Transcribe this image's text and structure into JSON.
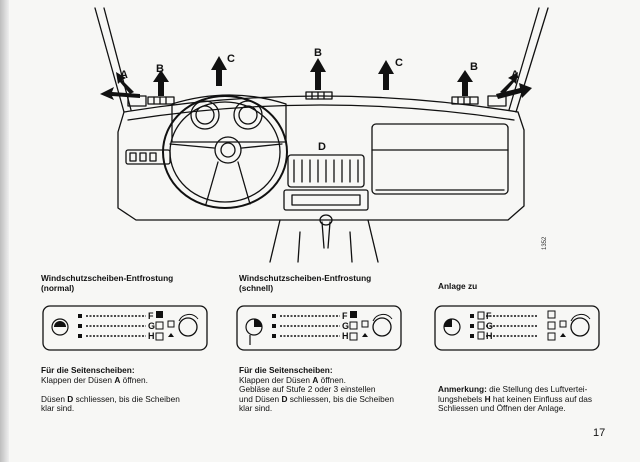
{
  "illustration": {
    "labels": {
      "A": "A",
      "B": "B",
      "C": "C",
      "D": "D"
    },
    "figure_code": "1352"
  },
  "sections": [
    {
      "title": "Windschutzscheiben-Entfrostung\n(normal)",
      "text_html": "<b>Für die Seitenscheiben:</b><br>Klappen der Düsen <b>A</b> öffnen.<br><br>Düsen <b>D</b> schliessen, bis die Scheiben<br>klar sind."
    },
    {
      "title": "Windschutzscheiben-Entfrostung\n(schnell)",
      "text_html": "<b>Für die Seitenscheiben:</b><br>Klappen der Düsen <b>A</b> öffnen.<br>Gebläse auf Stufe 2 oder 3 einstellen<br>und Düsen <b>D</b> schliessen, bis die Scheiben<br>klar sind."
    },
    {
      "title": "Anlage zu",
      "text_html": "<b>Anmerkung:</b> die Stellung des Luftvertei-<br>lungshebels <b>H</b> hat keinen Einfluss auf das<br>Schliessen und Öffnen der Anlage."
    }
  ],
  "control_panel_labels": {
    "F": "F",
    "G": "G",
    "H": "H"
  },
  "page_number": "17"
}
